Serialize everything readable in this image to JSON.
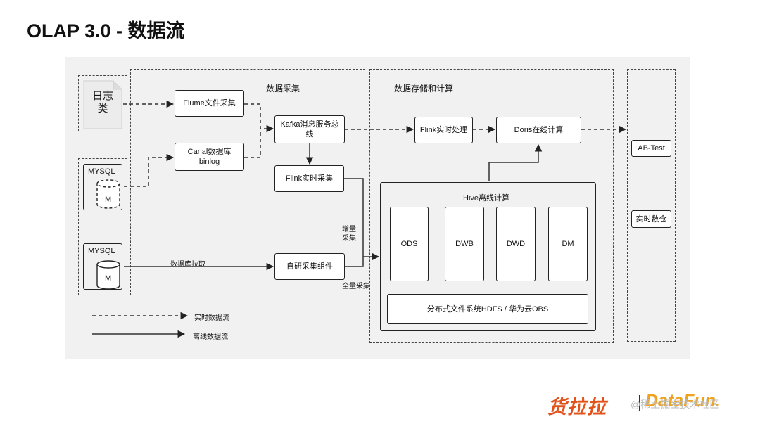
{
  "title": "OLAP 3.0 - 数据流",
  "sources": {
    "log_text": "日志\n类",
    "mysql_top": "MYSQL",
    "mysql_top_m": "M",
    "mysql_bottom": "MYSQL",
    "mysql_bottom_m": "M"
  },
  "collection": {
    "section_title": "数据采集",
    "flume": "Flume文件采集",
    "canal": "Canal数据库\nbinlog",
    "kafka": "Kafka消息服务总\n线",
    "flink_collect": "Flink实时采集",
    "self_collect": "自研采集组件",
    "db_pull": "数据库拉取"
  },
  "storage": {
    "section_title": "数据存储和计算",
    "flink_process": "Flink实时处理",
    "doris": "Doris在线计算",
    "hive_title": "Hive离线计算",
    "layers": [
      "ODS",
      "DWB",
      "DWD",
      "DM"
    ],
    "hdfs": "分布式文件系统HDFS / 华为云OBS",
    "incremental": "增量\n采集",
    "full": "全量采集"
  },
  "outputs": {
    "ab_test": "AB-Test",
    "warehouse": "实时数仓"
  },
  "legend": {
    "realtime": "实时数据流",
    "offline": "离线数据流"
  },
  "footer": {
    "logo": "货拉拉",
    "brand": "DataFun.",
    "watermark": "@稀土掘金技术社区"
  }
}
